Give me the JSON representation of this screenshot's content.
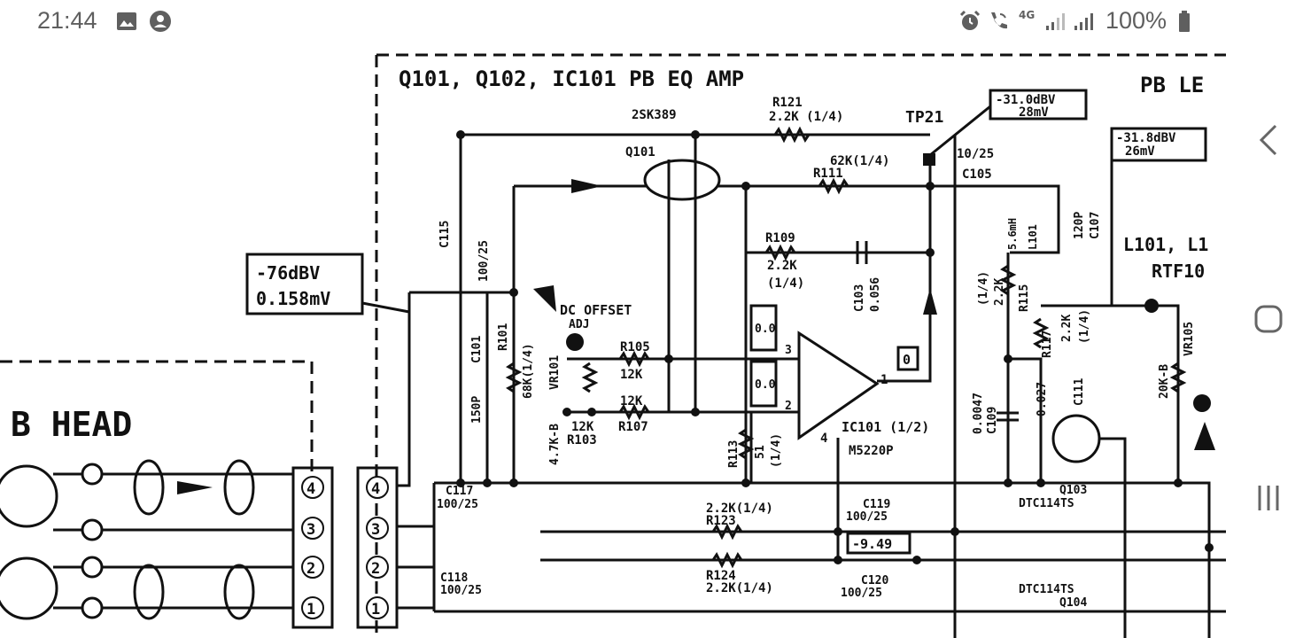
{
  "status_bar": {
    "time": "21:44",
    "left_icons": [
      "image-icon",
      "account-circle-icon"
    ],
    "right_icons": [
      "alarm-icon",
      "wifi-calling-icon",
      "4g-icon",
      "signal-1-icon",
      "signal-2-icon",
      "battery-icon"
    ],
    "network_label": "4G",
    "battery": "100%"
  },
  "nav_bar": {
    "buttons": [
      "back",
      "home",
      "recents"
    ]
  },
  "schematic": {
    "title": "Q101, Q102, IC101 PB EQ AMP",
    "title_right": "PB LE",
    "head_label": "B HEAD",
    "level_boxes": {
      "input_db": "-76dBV",
      "input_mv": "0.158mV",
      "tp_db": "-31.0dBV",
      "tp_mv": "28mV",
      "right_db": "-31.8dBV",
      "right_mv": "26mV",
      "neg_volt": "-9.49",
      "tp_zero": "0.0",
      "tp_zero2": "0.0",
      "out_zero": "0"
    },
    "components": {
      "q101_type": "2SK389",
      "q101": "Q101",
      "r121": "R121",
      "r121_val": "2.2K (1/4)",
      "tp21": "TP21",
      "r111_val": "62K(1/4)",
      "r111": "R111",
      "c105": "C105",
      "c105_val": "10/25",
      "l101_val": "5.6mH",
      "l101": "L101",
      "c107_val": "120P",
      "c107": "C107",
      "c115": "C115",
      "c115_val": "100/25",
      "r109": "R109",
      "r109_val": "2.2K",
      "r109_pw": "(1/4)",
      "c103": "C103",
      "c103_val": "0.056",
      "r115_pw": "(1/4)",
      "r115_val": "2.2K",
      "r115": "R115",
      "l101_label": "L101, L1",
      "rtf_label": "RTF10",
      "dc_offset": "DC OFFSET",
      "adj": "ADJ",
      "c101": "C101",
      "c101_val": "150P",
      "r101": "R101",
      "r101_val": "68K(1/4)",
      "vr101": "VR101",
      "vr101_val": "4.7K-B",
      "r105": "R105",
      "r105_val": "12K",
      "r107_val": "12K",
      "r107": "R107",
      "r103_val": "12K",
      "r103": "R103",
      "r113": "R113",
      "r113_val": "51",
      "r113_pw": "(1/4)",
      "ic101": "IC101 (1/2)",
      "ic101_type": "M5220P",
      "pin4": "4",
      "pin1": "1",
      "pin_plus": "3",
      "pin_minus": "2",
      "c109_val": "0.0047",
      "c109": "C109",
      "r117": "R117",
      "r117_val": "2.2K",
      "r117_pw": "(1/4)",
      "c111_val": "0.027",
      "c111": "C111",
      "vr105": "VR105",
      "vr105_val": "20K-B",
      "c117": "C117",
      "c117_val": "100/25",
      "r123_val": "2.2K(1/4)",
      "r123": "R123",
      "c119": "C119",
      "c119_val": "100/25",
      "q103": "Q103",
      "q103_type": "DTC114TS",
      "c118": "C118",
      "c118_val": "100/25",
      "r124": "R124",
      "r124_val": "2.2K(1/4)",
      "c120": "C120",
      "c120_val": "100/25",
      "q104_type": "DTC114TS",
      "q104": "Q104"
    },
    "pins": [
      "4",
      "3",
      "2",
      "1"
    ],
    "pins_right": [
      "4",
      "3",
      "2",
      "1"
    ]
  }
}
